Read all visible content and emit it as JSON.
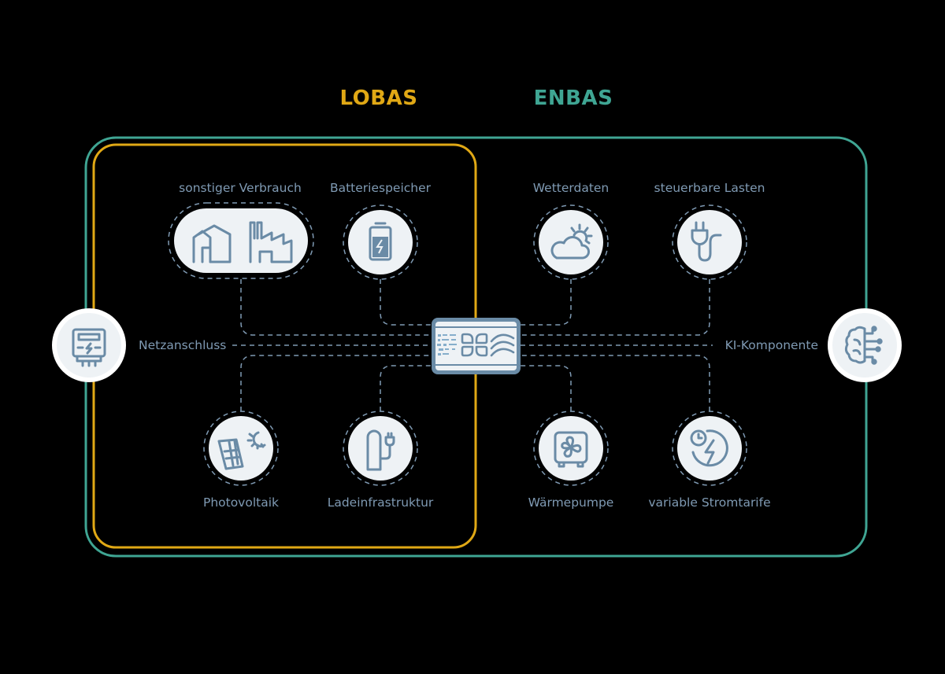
{
  "headers": {
    "lobas": "LOBAS",
    "enbas": "ENBAS"
  },
  "colors": {
    "lobas": "#e0a815",
    "enbas": "#3fa593",
    "connector": "#7f9ab3",
    "icon": "#6a8ba6",
    "node_fill": "#eef2f5",
    "background": "#000000"
  },
  "lobas_nodes": {
    "sonstiger_verbrauch": {
      "label": "sonstiger Verbrauch",
      "icon": "buildings-factory-icon"
    },
    "batteriespeicher": {
      "label": "Batteriespeicher",
      "icon": "battery-icon"
    },
    "photovoltaik": {
      "label": "Photovoltaik",
      "icon": "solar-panel-icon"
    },
    "ladeinfrastruktur": {
      "label": "Ladeinfrastruktur",
      "icon": "charging-station-icon"
    }
  },
  "enbas_nodes": {
    "wetterdaten": {
      "label": "Wetterdaten",
      "icon": "weather-cloud-sun-icon"
    },
    "steuerbare_lasten": {
      "label": "steuerbare Lasten",
      "icon": "plug-icon"
    },
    "waermepumpe": {
      "label": "Wärmepumpe",
      "icon": "heat-pump-fan-icon"
    },
    "variable_stromtarife": {
      "label": "variable Stromtarife",
      "icon": "clock-lightning-icon"
    }
  },
  "edge_nodes": {
    "netzanschluss": {
      "label": "Netzanschluss",
      "icon": "electricity-meter-icon"
    },
    "ki_komponente": {
      "label": "KI-Komponente",
      "icon": "ai-brain-icon"
    }
  },
  "hub": {
    "icon": "central-controller-icon"
  }
}
